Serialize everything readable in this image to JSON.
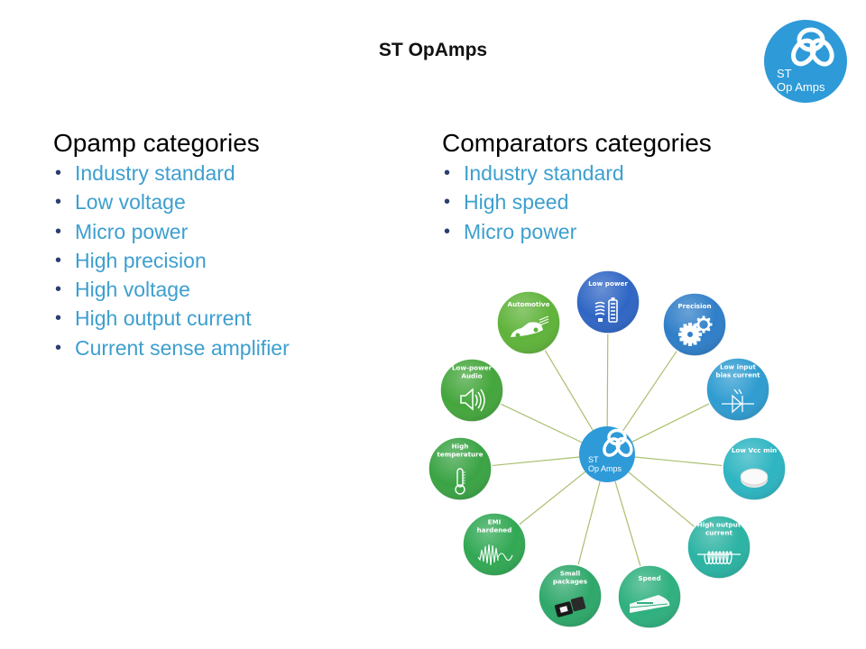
{
  "slide": {
    "title": "ST OpAmps",
    "logo": {
      "line1": "ST",
      "line2": "Op Amps",
      "color": "#2e9ad8"
    }
  },
  "opamp": {
    "heading": "Opamp categories",
    "items": [
      "Industry standard",
      "Low voltage",
      "Micro power",
      "High precision",
      "High voltage",
      "High output current",
      "Current sense amplifier"
    ]
  },
  "comparators": {
    "heading": "Comparators categories",
    "items": [
      "Industry standard",
      "High speed",
      "Micro power"
    ]
  },
  "diagram": {
    "center": {
      "line1": "ST",
      "line2": "Op Amps",
      "color": "#2e9ad8"
    },
    "nodes": [
      {
        "id": "low-power",
        "lines": [
          "Low power"
        ],
        "color": "#2f66c4",
        "icon": "bulb-battery-icon"
      },
      {
        "id": "precision",
        "lines": [
          "Precision"
        ],
        "color": "#2f7ec8",
        "icon": "gears-icon"
      },
      {
        "id": "low-input-bias",
        "lines": [
          "Low input",
          "bias current"
        ],
        "color": "#2f9cd0",
        "icon": "photodiode-icon"
      },
      {
        "id": "low-vcc-min",
        "lines": [
          "Low Vcc min"
        ],
        "color": "#2db5c2",
        "icon": "coin-cell-icon"
      },
      {
        "id": "high-output-current",
        "lines": [
          "High output",
          "current"
        ],
        "color": "#2bb3a3",
        "icon": "inductor-coil-icon"
      },
      {
        "id": "speed",
        "lines": [
          "Speed"
        ],
        "color": "#2fb07e",
        "icon": "bullet-train-icon"
      },
      {
        "id": "small-packages",
        "lines": [
          "Small",
          "packages"
        ],
        "color": "#2ea86a",
        "icon": "chip-package-icon"
      },
      {
        "id": "emi-hardened",
        "lines": [
          "EMI",
          "hardened"
        ],
        "color": "#31a853",
        "icon": "noise-wave-icon"
      },
      {
        "id": "high-temperature",
        "lines": [
          "High",
          "temperature"
        ],
        "color": "#3aa344",
        "icon": "thermometer-icon"
      },
      {
        "id": "low-power-audio",
        "lines": [
          "Low-power",
          "Audio"
        ],
        "color": "#44a63c",
        "icon": "speaker-icon"
      },
      {
        "id": "automotive",
        "lines": [
          "Automotive"
        ],
        "color": "#5fb33a",
        "icon": "car-icon"
      }
    ],
    "connector_color": "#a9bf6e"
  }
}
